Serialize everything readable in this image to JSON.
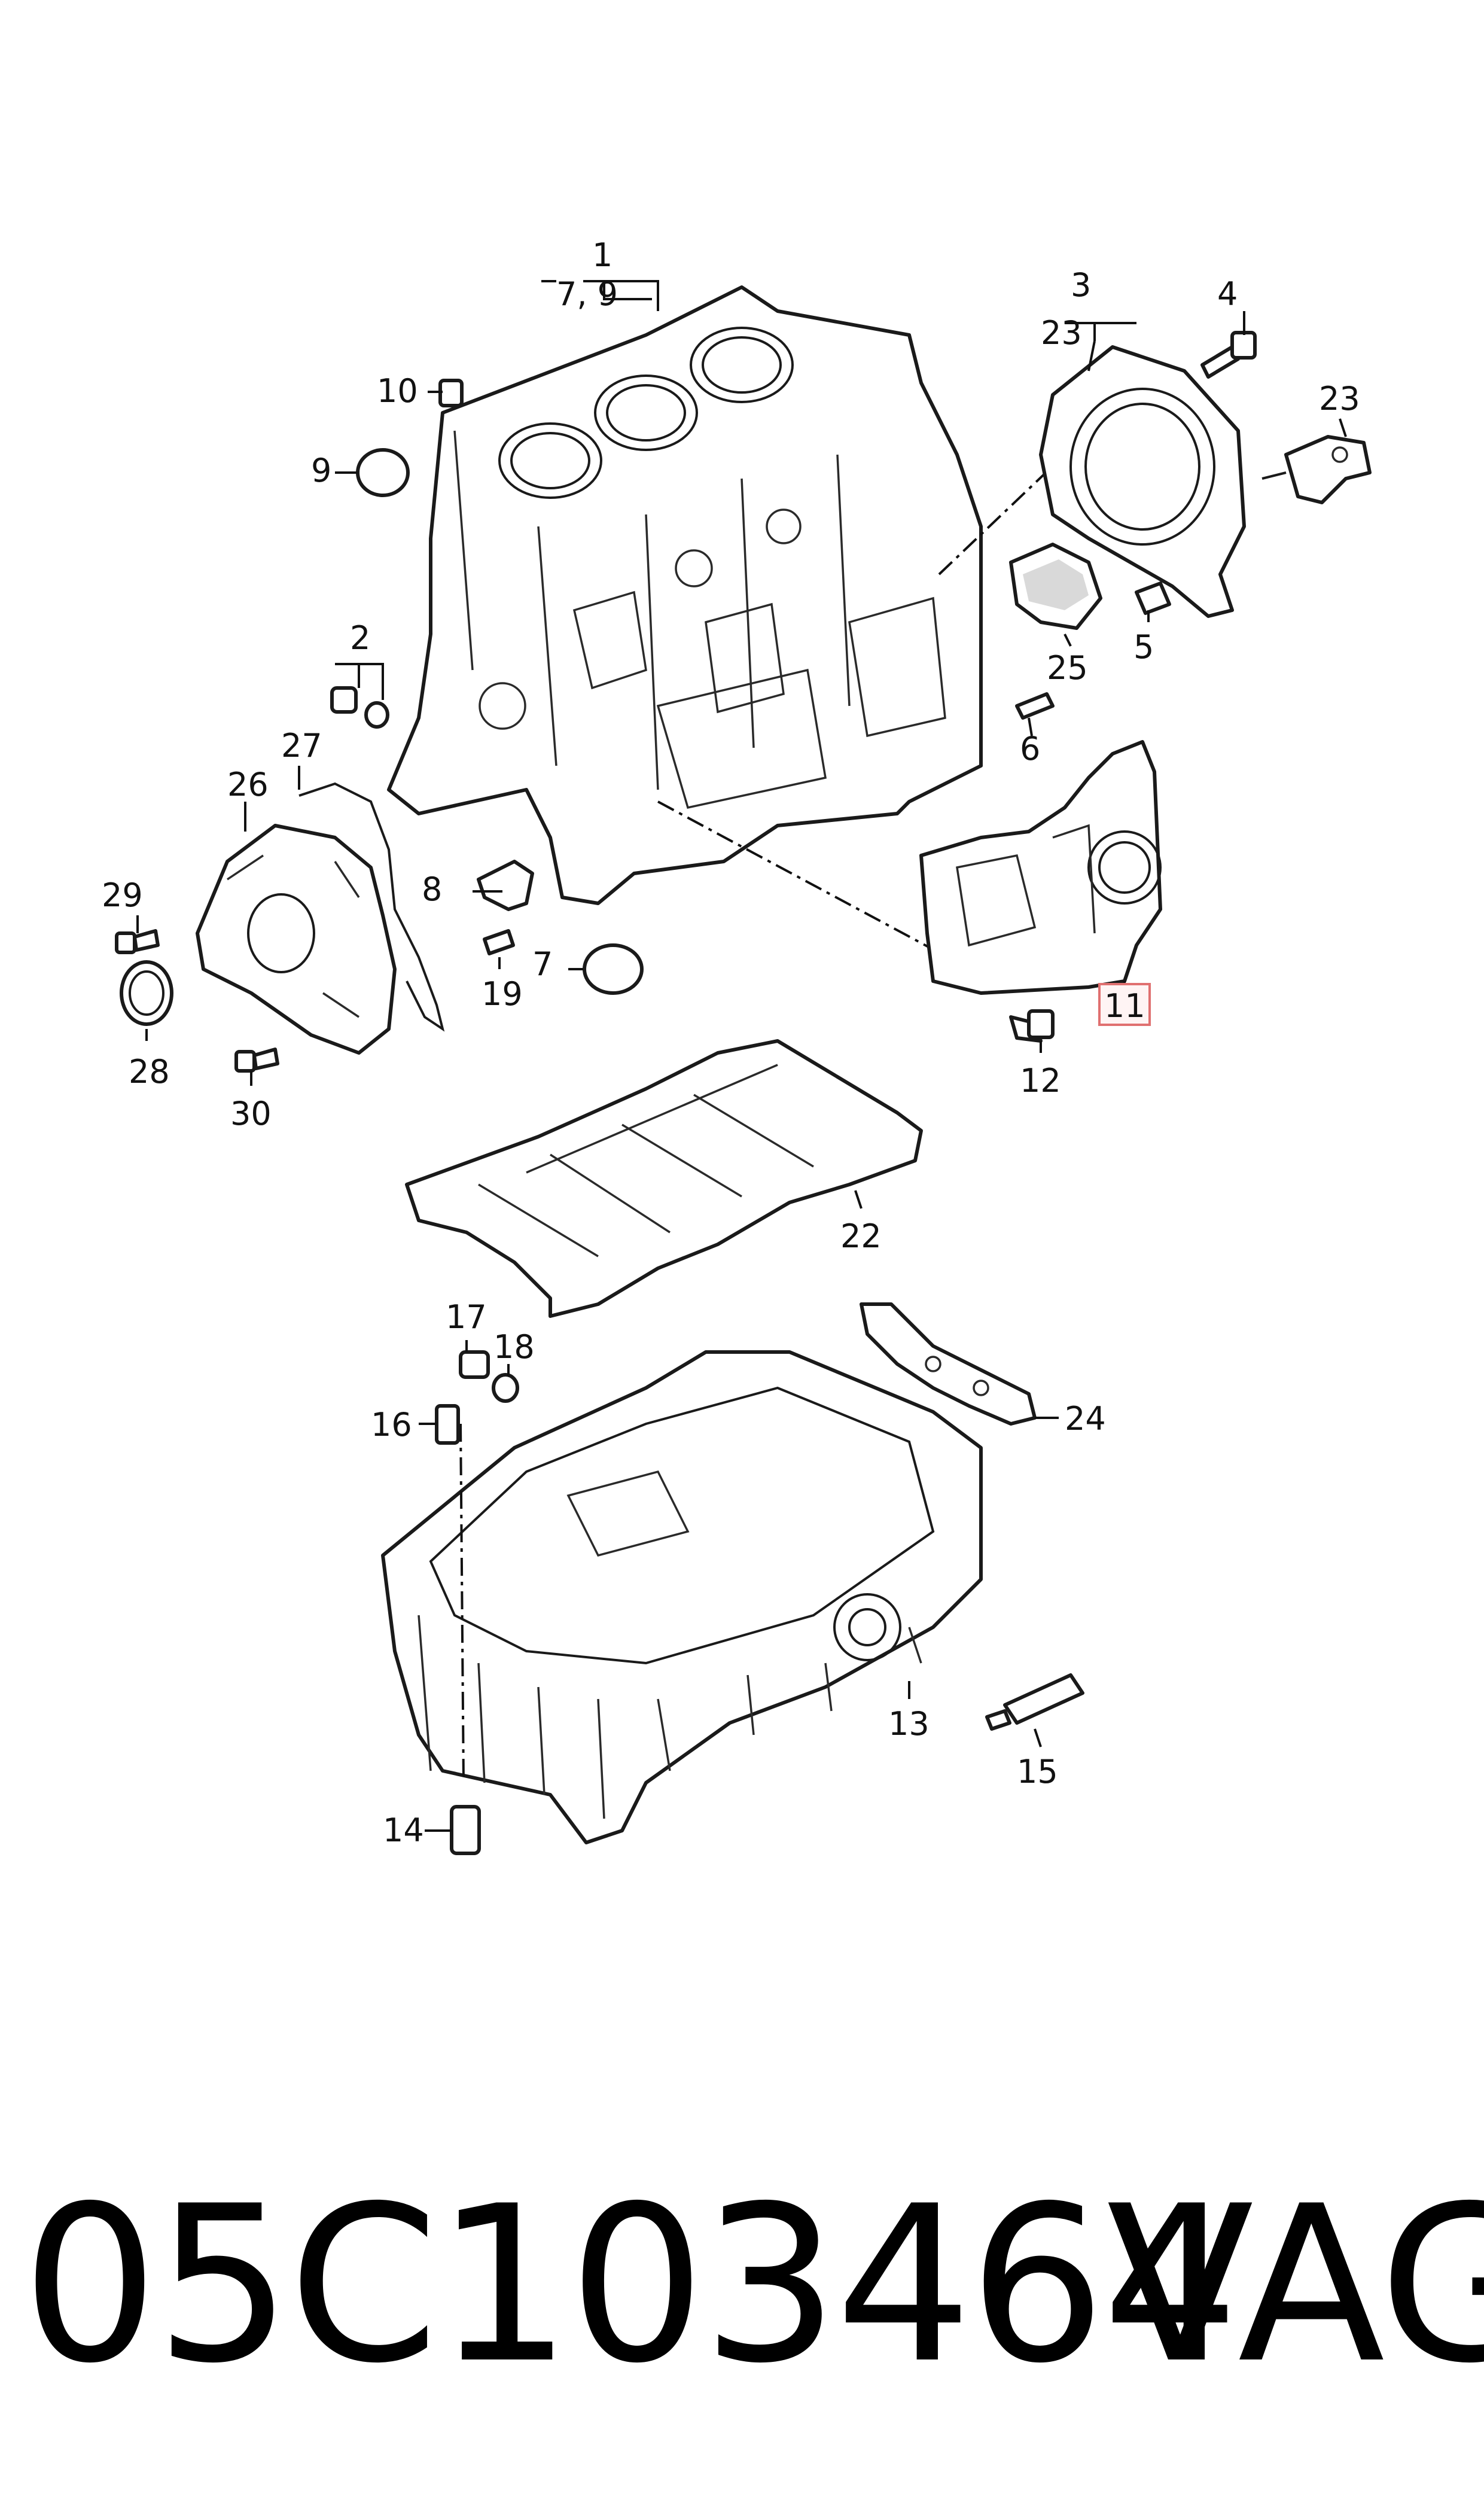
{
  "diagram": {
    "callouts": {
      "c1": "1",
      "c1_sub": "7, 9",
      "c2": "2",
      "c3": "3",
      "c3_sub": "23",
      "c4": "4",
      "c5": "5",
      "c6": "6",
      "c7": "7",
      "c8": "8",
      "c9": "9",
      "c10": "10",
      "c11": "11",
      "c12": "12",
      "c13": "13",
      "c14": "14",
      "c15": "15",
      "c16": "16",
      "c17": "17",
      "c18": "18",
      "c19": "19",
      "c22": "22",
      "c23": "23",
      "c24": "24",
      "c25": "25",
      "c26": "26",
      "c27": "27",
      "c28": "28",
      "c29": "29",
      "c30": "30"
    },
    "highlighted_callout": "11",
    "highlight_color": "#e07070"
  },
  "footer": {
    "part_number": "05C103464",
    "brand": "VAG"
  }
}
